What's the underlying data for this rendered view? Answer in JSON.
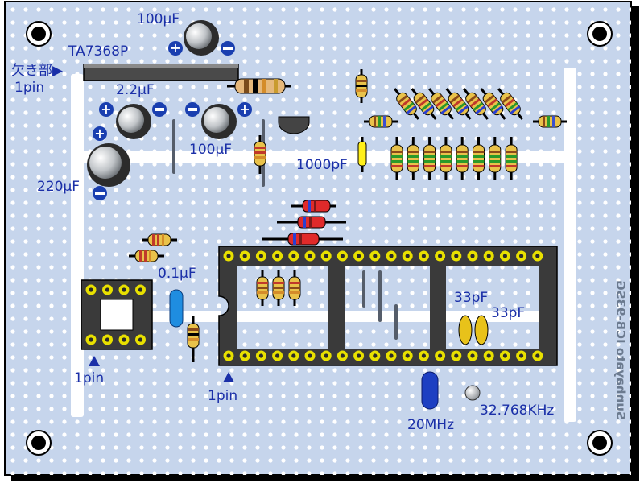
{
  "labels": {
    "cap_100u_top": "100μF",
    "ic_part": "TA7368P",
    "notch": "欠き部▶",
    "pin1_top": "1pin",
    "cap_2_2u": "2.2μF",
    "cap_100u_mid": "100μF",
    "cap_220u": "220μF",
    "cap_1000p": "1000pF",
    "cap_0_1u": "0.1μF",
    "pin1_left": "1pin",
    "pin1_socket": "1pin",
    "cap_33p_a": "33pF",
    "cap_33p_b": "33pF",
    "xtal_20m": "20MHz",
    "xtal_32k": "32.768KHz",
    "board_brand": "Sunhayato ICB-93SG"
  },
  "colors": {
    "board": "#c6d5ec",
    "hole": "#ffffff",
    "strip": "#ffffff",
    "text": "#1a2fa8",
    "socket": "#3a3a3a",
    "pad": "#e8e000",
    "resistor_body": "#e9c24a",
    "cap_blue": "#1f8de0",
    "xtal_blue": "#1d3fc2",
    "pcap_dark": "#1a1a1a"
  }
}
